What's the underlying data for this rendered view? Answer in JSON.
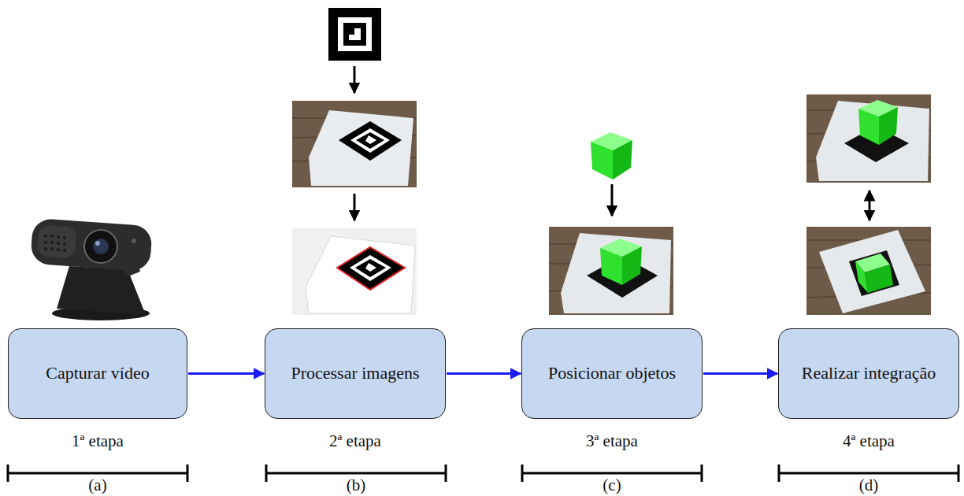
{
  "diagram": {
    "nodes": [
      {
        "text": [
          "Capturar vídeo"
        ]
      },
      {
        "text": [
          "Processar imagens"
        ]
      },
      {
        "text": [
          "Posicionar objetos"
        ]
      },
      {
        "text": [
          "Realizar integração"
        ]
      }
    ],
    "edges": [
      {
        "from": 0,
        "to": 1,
        "arrow": "to"
      },
      {
        "from": 1,
        "to": 2,
        "arrow": "to"
      },
      {
        "from": 2,
        "to": 3,
        "arrow": "to"
      }
    ],
    "labels": [
      "1ª etapa",
      "2ª etapa",
      "3ª etapa",
      "4ª etapa",
      "(a)",
      "(b)",
      "(c)",
      "(d)"
    ]
  }
}
